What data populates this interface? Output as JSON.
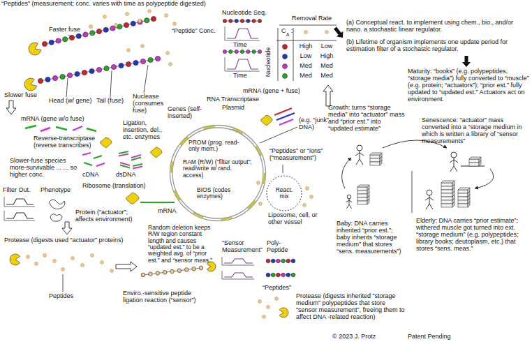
{
  "diagram": {
    "nodes": [
      {
        "text": [
          "PROM (prog. read-only mem.)",
          "RAM (R/W) (“filter output”; read/write w/ rand. access)",
          "BIOS (codes enzymes)"
        ]
      },
      {
        "text": [
          "React. mix"
        ]
      }
    ],
    "labels": [
      "“Peptides” (measurement; conc. varies with time as polypeptide digested)",
      "Faster fuse",
      "Nucleotide Seq.",
      "“Peptide” Conc.",
      "Time",
      "Time",
      "Removal Rate",
      "C",
      "A",
      ":",
      "Nucleotide",
      "High",
      "Low",
      "Low",
      "High",
      "Med",
      "Med",
      "Med",
      "Med",
      "Head (w/ gene)",
      "Tail (fuse)",
      "Nuclease (consumes fuse)",
      "Slower fuse",
      "mRNA (gene + fuse)",
      "RNA Transcriptase",
      "Plasmid",
      "Genes (self-inserted)",
      "mRNA (gene w/o fuse)",
      "Reverse-transcriptase (reverse transcribes)",
      "Ligation, insertion, del., etc. enzymes",
      "(e.g. “junk” DNA)",
      "Slower-fuse species more-survivable ... ... so higher conc.",
      "cDNA",
      "dsDNA",
      "“Peptides” or “ions” (“measurement”)",
      "Filter Out.",
      "Phenotype",
      "Ribosome (translation)",
      "Protein (“actuator”; affects environment)",
      "mRNA",
      "Random deletion keeps R/W region constant length and causes “updated est.” to be a weighted avg. of “prior est.” and “sensor meas.”",
      "Liposome, cell, or other vessel",
      "Protease (digests used “actuator” proteins)",
      "Peptides",
      "Enviro.-sensitive peptide ligation reaction (“sensor”)",
      "“Sensor Measurement”",
      "Poly- Peptide",
      "“Peptides”",
      "Protease (digests inherited “storage medium” polypeptides that store “sensor measurement”, freeing them to affect DNA -related reaction)",
      "Baby: DNA carries inherited “prior est.”; baby inherits “storage medium” that stores “sens. measurements”)",
      "Elderly: DNA carries “prior estimate”; withered muscle got turned into ext. “storage medium” (e.g. polypeptides; library books; deutoplasm, etc.) that stores “sens. meas.”",
      "© 2023 J. Protz",
      "Patent Pending",
      "(a) Conceptual react. to implement using chem., bio., and/or nano. a stochastic linear regulator.",
      "(b) Lifetime of organism implements one update period for estimation filter of a stochastic regulator.",
      "Maturity: “books” (e.g. polypeptides, “storage media”) fully converted to “muscle” (e.g. protein; “actuators”); “prior est.” fully updated to “updated est.” Actuators act on environment.",
      "Growth: turns “storage media” into “actuator” mass and “prior est.” into “updated estimate”",
      "Senescence: “actuator” mass converted into a “storage medium in which is written a library of “sensor measurements”"
    ]
  }
}
